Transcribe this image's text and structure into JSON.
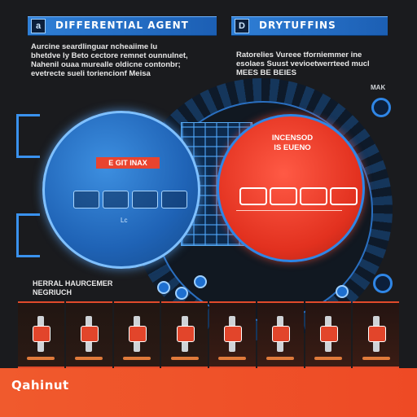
{
  "header_left": {
    "icon": "a",
    "title": "DIFFERENTIAL AGENT"
  },
  "header_right": {
    "icon": "D",
    "title": "DRYTUFFINS"
  },
  "paragraph_left": "Aurcine seardlinguar ncheaiime lu\nbhetdve ly Beto cectore remnet ounnulnet,\nNahenil ouaa murealle oldicne contonbr;\nevetrecte sueli toriencionf Meisa",
  "paragraph_right": "Ratorelies Vureee tforniemmer ine\nesolaes Suust vevioetwerrteed mucl\nMEES BE BEIES",
  "mini_label": "MAK",
  "blue_circle": {
    "tag": "E GIT INAX",
    "segments": [
      "",
      "",
      "",
      ""
    ],
    "sub": "Lc"
  },
  "red_circle": {
    "title": "INCENSOD\nIS EUENO",
    "segments": [
      "",
      "",
      "",
      ""
    ]
  },
  "bottom_label": "HERRAL HAURCEMER\nNEGRIUCH",
  "panels": [
    {
      "kind": "light"
    },
    {
      "kind": "light"
    },
    {
      "kind": "light"
    },
    {
      "kind": "light"
    },
    {
      "kind": "dark"
    },
    {
      "kind": "dark"
    },
    {
      "kind": "dark"
    },
    {
      "kind": "dark"
    }
  ],
  "footer_logo": "Qahinut",
  "colors": {
    "blue": "#2f7fd6",
    "red": "#e2311f",
    "orange": "#f05a2d",
    "bg": "#1a1b1e"
  }
}
